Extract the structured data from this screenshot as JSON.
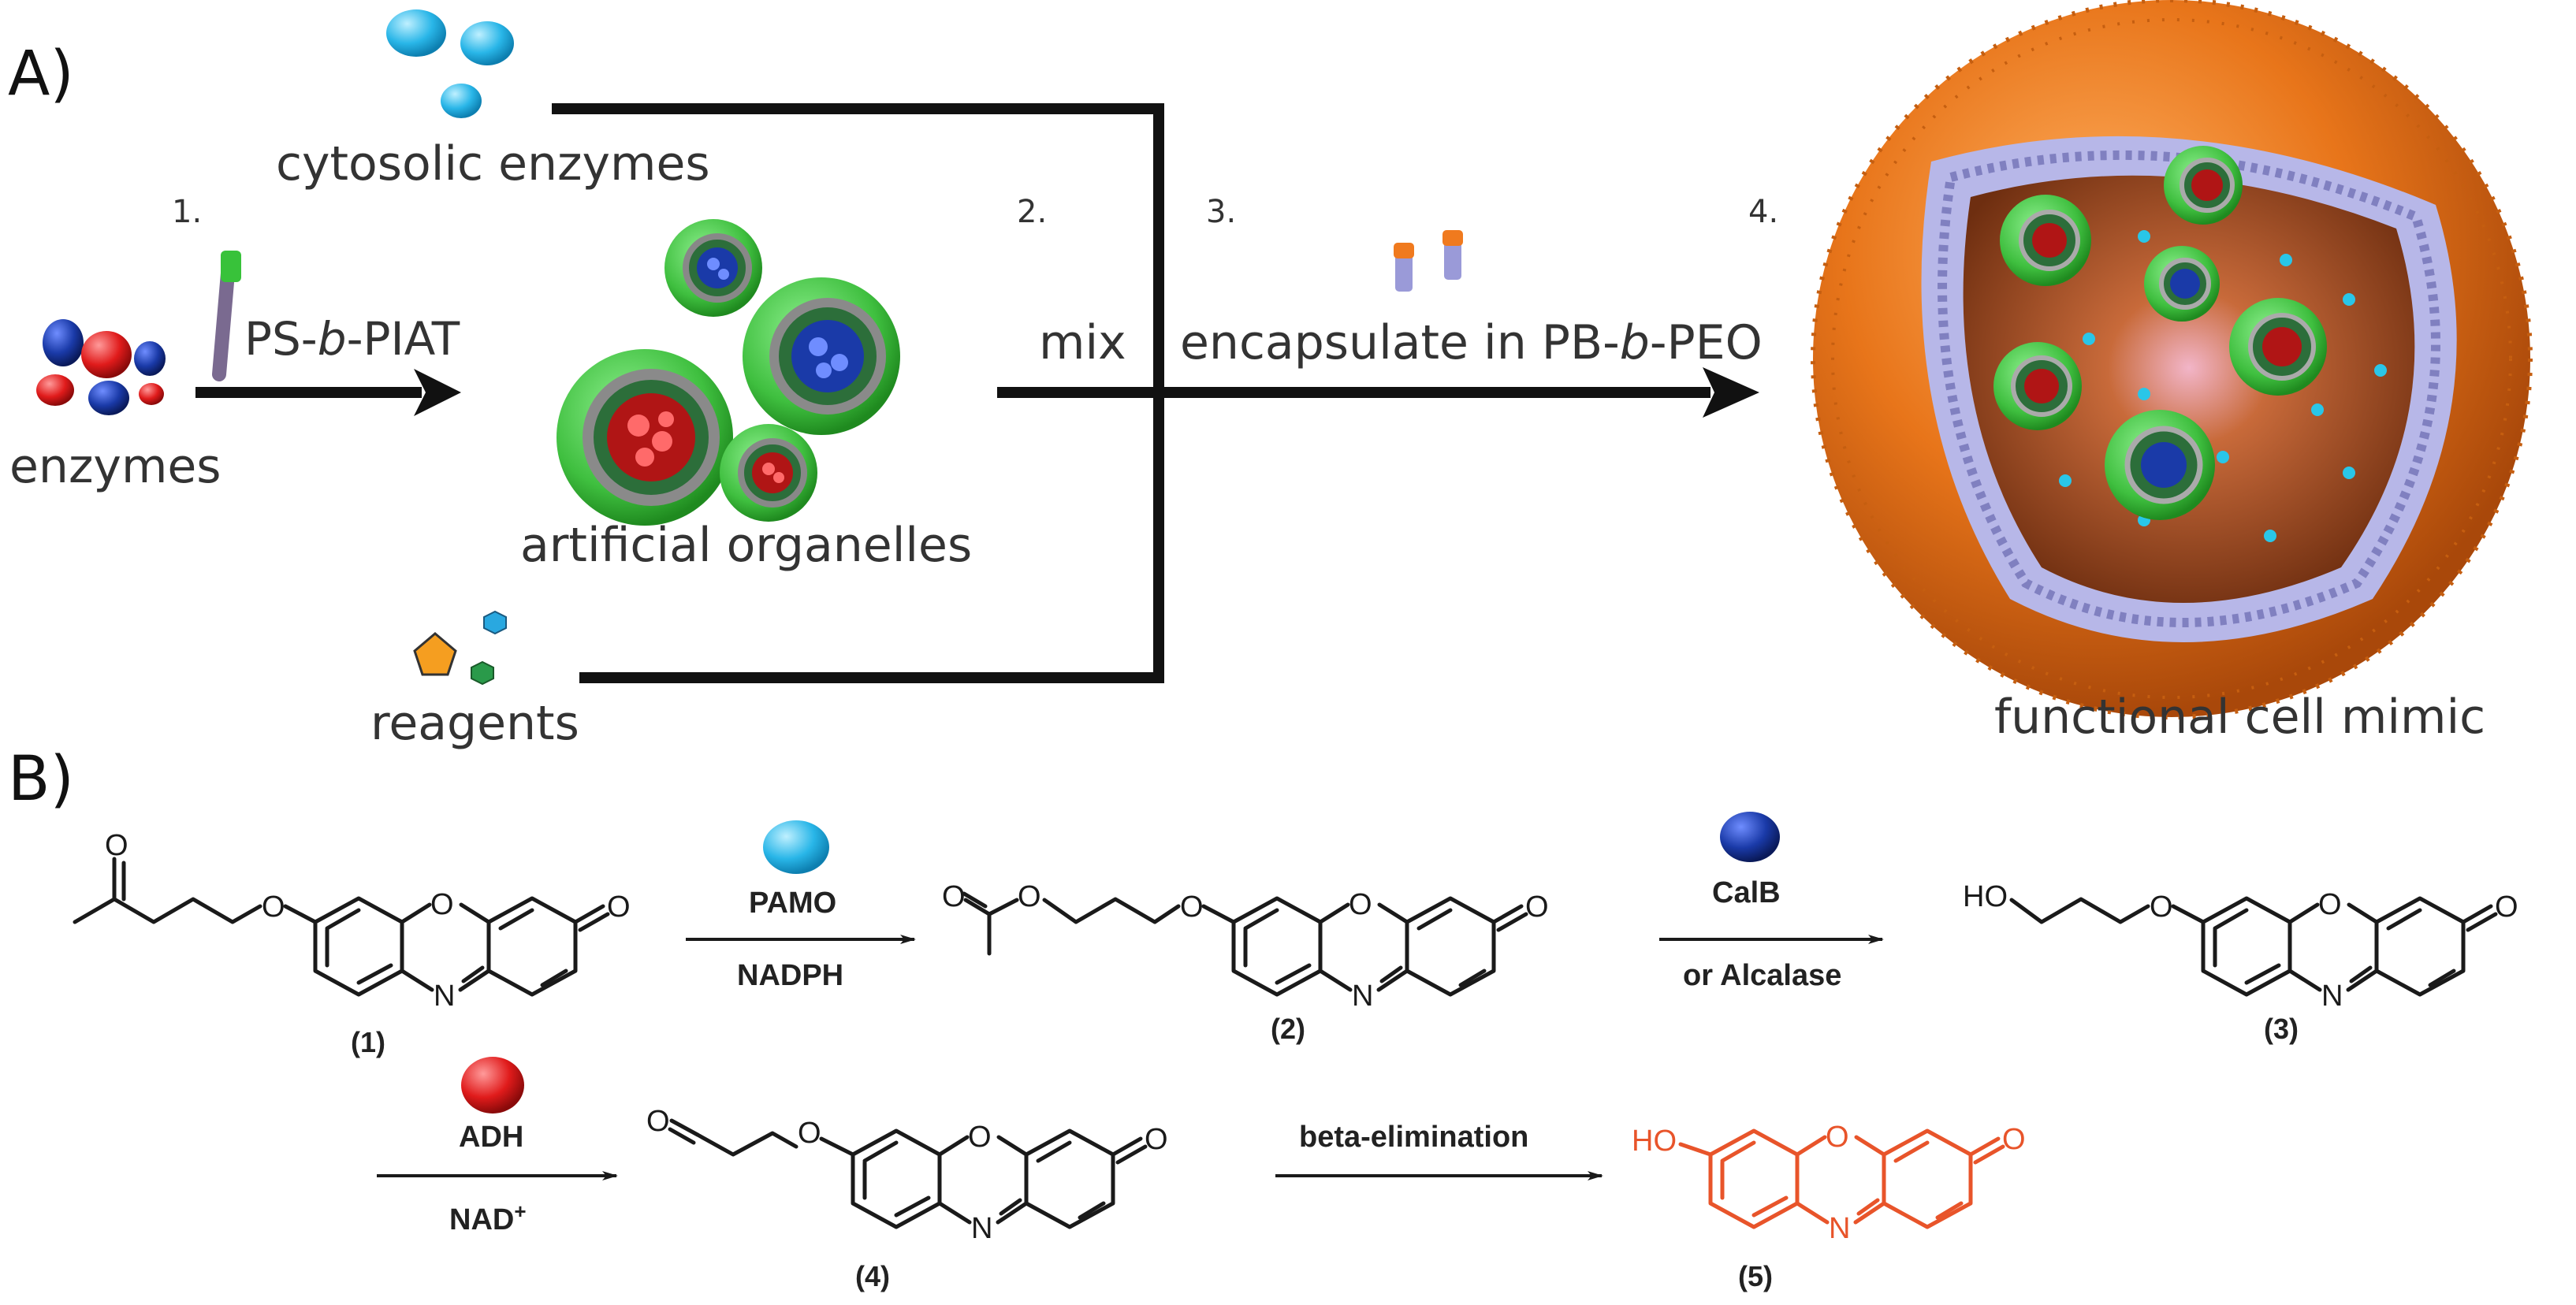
{
  "panel_a": {
    "label": "A)",
    "steps": [
      "1.",
      "2.",
      "3.",
      "4."
    ],
    "cytosolic_label": "cytosolic enzymes",
    "enzymes_label": "enzymes",
    "polymer1_prefix": "PS-",
    "polymer1_italic": "b",
    "polymer1_suffix": "-PIAT",
    "organelles_label": "artificial organelles",
    "mix_label": "mix",
    "encapsulate_prefix": "encapsulate in PB-",
    "encapsulate_italic": "b",
    "encapsulate_suffix": "-PEO",
    "reagents_label": "reagents",
    "cell_label": "functional cell mimic"
  },
  "panel_b": {
    "label": "B)",
    "enzyme1_top": "PAMO",
    "enzyme1_bottom": "NADPH",
    "enzyme2_top": "CalB",
    "enzyme2_bottom": "or Alcalase",
    "enzyme3_top": "ADH",
    "enzyme3_bottom_base": "NAD",
    "enzyme3_bottom_sup": "+",
    "elimination_label": "beta-elimination",
    "compounds": [
      "(1)",
      "(2)",
      "(3)",
      "(4)",
      "(5)"
    ],
    "atom_O": "O",
    "atom_N": "N",
    "atom_HO": "HO"
  },
  "colors": {
    "membrane_orange": "#e8751a",
    "organelle_green": "#3fbf3f",
    "cytosolic_blue": "#29b6e8",
    "enzyme_red": "#e01b1b",
    "enzyme_darkblue": "#1a3aa8",
    "product_orange": "#e8542a"
  }
}
